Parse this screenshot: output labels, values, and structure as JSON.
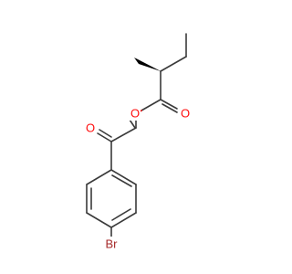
{
  "molecule": {
    "atoms": {
      "o_ester": {
        "label": "O",
        "color": "#ff0d0d"
      },
      "o_ester_carbonyl": {
        "label": "O",
        "color": "#ff0d0d"
      },
      "o_ketone": {
        "label": "O",
        "color": "#ff0d0d"
      },
      "br": {
        "label": "Br",
        "color": "#a62929"
      }
    },
    "bond_color": "#3a3a3a",
    "wedge_color": "#000000"
  }
}
